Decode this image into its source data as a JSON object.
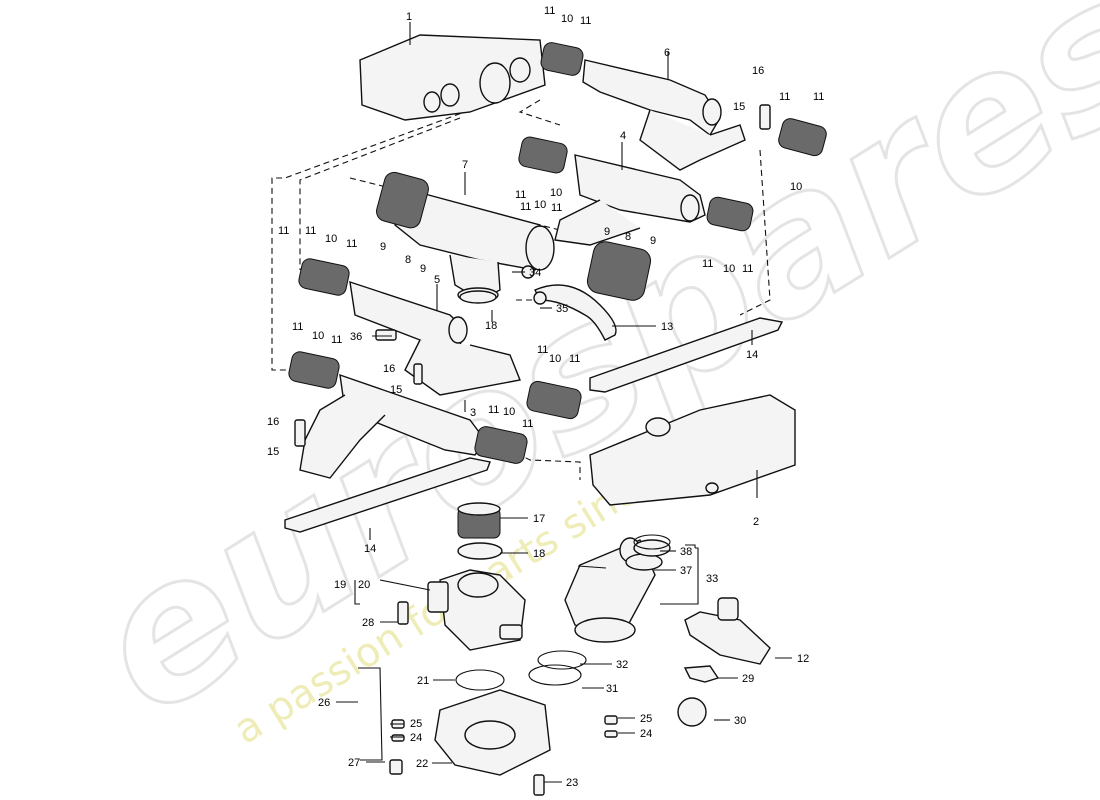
{
  "watermark": {
    "brand": "eurospares",
    "tagline": "a passion for parts since 1985"
  },
  "callouts": [
    {
      "id": "c1",
      "text": "1"
    },
    {
      "id": "c2",
      "text": "2"
    },
    {
      "id": "c3",
      "text": "3"
    },
    {
      "id": "c4",
      "text": "4"
    },
    {
      "id": "c5",
      "text": "5"
    },
    {
      "id": "c6",
      "text": "6"
    },
    {
      "id": "c7",
      "text": "7"
    },
    {
      "id": "c8a",
      "text": "8"
    },
    {
      "id": "c8b",
      "text": "8"
    },
    {
      "id": "c9a",
      "text": "9"
    },
    {
      "id": "c9b",
      "text": "9"
    },
    {
      "id": "c9c",
      "text": "9"
    },
    {
      "id": "c9d",
      "text": "9"
    },
    {
      "id": "c10a",
      "text": "10"
    },
    {
      "id": "c10b",
      "text": "10"
    },
    {
      "id": "c10c",
      "text": "10"
    },
    {
      "id": "c10d",
      "text": "10"
    },
    {
      "id": "c10e",
      "text": "10"
    },
    {
      "id": "c10f",
      "text": "10"
    },
    {
      "id": "c10g",
      "text": "10"
    },
    {
      "id": "c10h",
      "text": "10"
    },
    {
      "id": "c10i",
      "text": "10"
    },
    {
      "id": "c11a",
      "text": "11"
    },
    {
      "id": "c11b",
      "text": "11"
    },
    {
      "id": "c11c",
      "text": "11"
    },
    {
      "id": "c11d",
      "text": "11"
    },
    {
      "id": "c11e",
      "text": "11"
    },
    {
      "id": "c11f",
      "text": "11"
    },
    {
      "id": "c11g",
      "text": "11"
    },
    {
      "id": "c11h",
      "text": "11"
    },
    {
      "id": "c11i",
      "text": "11"
    },
    {
      "id": "c11j",
      "text": "11"
    },
    {
      "id": "c11k",
      "text": "11"
    },
    {
      "id": "c11l",
      "text": "11"
    },
    {
      "id": "c11m",
      "text": "11"
    },
    {
      "id": "c11n",
      "text": "11"
    },
    {
      "id": "c11o",
      "text": "11"
    },
    {
      "id": "c11p",
      "text": "11"
    },
    {
      "id": "c11q",
      "text": "11"
    },
    {
      "id": "c11r",
      "text": "11"
    },
    {
      "id": "c12",
      "text": "12"
    },
    {
      "id": "c13",
      "text": "13"
    },
    {
      "id": "c14a",
      "text": "14"
    },
    {
      "id": "c14b",
      "text": "14"
    },
    {
      "id": "c15a",
      "text": "15"
    },
    {
      "id": "c15b",
      "text": "15"
    },
    {
      "id": "c15c",
      "text": "15"
    },
    {
      "id": "c16a",
      "text": "16"
    },
    {
      "id": "c16b",
      "text": "16"
    },
    {
      "id": "c16c",
      "text": "16"
    },
    {
      "id": "c17",
      "text": "17"
    },
    {
      "id": "c18a",
      "text": "18"
    },
    {
      "id": "c18b",
      "text": "18"
    },
    {
      "id": "c19",
      "text": "19"
    },
    {
      "id": "c20",
      "text": "20"
    },
    {
      "id": "c21",
      "text": "21"
    },
    {
      "id": "c22",
      "text": "22"
    },
    {
      "id": "c23",
      "text": "23"
    },
    {
      "id": "c24a",
      "text": "24"
    },
    {
      "id": "c24b",
      "text": "24"
    },
    {
      "id": "c25a",
      "text": "25"
    },
    {
      "id": "c25b",
      "text": "25"
    },
    {
      "id": "c26",
      "text": "26"
    },
    {
      "id": "c27",
      "text": "27"
    },
    {
      "id": "c28",
      "text": "28"
    },
    {
      "id": "c29",
      "text": "29"
    },
    {
      "id": "c30",
      "text": "30"
    },
    {
      "id": "c31",
      "text": "31"
    },
    {
      "id": "c32",
      "text": "32"
    },
    {
      "id": "c33",
      "text": "33"
    },
    {
      "id": "c34",
      "text": "34"
    },
    {
      "id": "c35",
      "text": "35"
    },
    {
      "id": "c36",
      "text": "36"
    },
    {
      "id": "c37",
      "text": "37"
    },
    {
      "id": "c38",
      "text": "38"
    }
  ]
}
